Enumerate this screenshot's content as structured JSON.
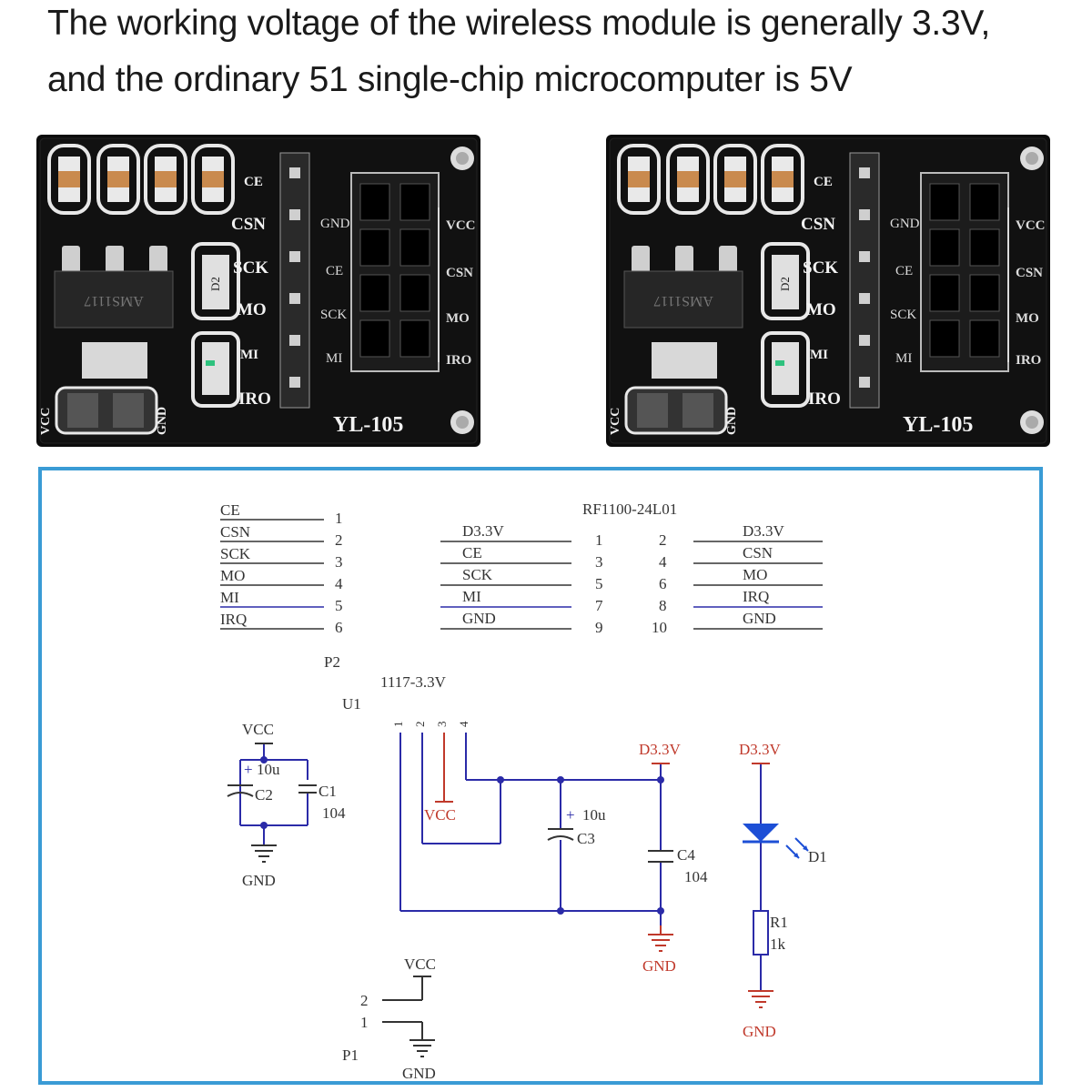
{
  "caption": {
    "line1": "The working voltage of the wireless module is generally 3.3V,",
    "line2": "and the ordinary 51 single-chip microcomputer is 5V"
  },
  "board": {
    "model": "YL-105",
    "regulator_marking": "AMS1117",
    "diode_marking": "D2",
    "left_pins": [
      "CE",
      "CSN",
      "SCK",
      "MO",
      "MI",
      "IRO"
    ],
    "socket_left_labels": [
      "GND",
      "CE",
      "SCK",
      "MI"
    ],
    "socket_right_labels": [
      "VCC",
      "CSN",
      "MO",
      "IRO"
    ],
    "power_labels": [
      "VCC",
      "GND"
    ]
  },
  "schematic": {
    "p2": {
      "ref": "P2",
      "signals": [
        "CE",
        "CSN",
        "SCK",
        "MO",
        "MI",
        "IRQ"
      ],
      "pins": [
        "1",
        "2",
        "3",
        "4",
        "5",
        "6"
      ]
    },
    "module": {
      "title": "RF1100-24L01",
      "left_signals": [
        "D3.3V",
        "CE",
        "SCK",
        "MI",
        "GND"
      ],
      "left_pins": [
        "1",
        "3",
        "5",
        "7",
        "9"
      ],
      "right_pins": [
        "2",
        "4",
        "6",
        "8",
        "10"
      ],
      "right_signals": [
        "D3.3V",
        "CSN",
        "MO",
        "IRQ",
        "GND"
      ]
    },
    "u1": {
      "ref": "U1",
      "part": "1117-3.3V",
      "pins": [
        "1",
        "2",
        "3",
        "4"
      ]
    },
    "c2": {
      "value": "10u",
      "ref": "C2"
    },
    "c1": {
      "ref": "C1",
      "value": "104"
    },
    "c3": {
      "value": "10u",
      "ref": "C3"
    },
    "c4": {
      "ref": "C4",
      "value": "104"
    },
    "d1": {
      "ref": "D1"
    },
    "r1": {
      "ref": "R1",
      "value": "1k"
    },
    "p1": {
      "ref": "P1",
      "pins": [
        "2",
        "1"
      ]
    },
    "nets": {
      "vcc": "VCC",
      "gnd": "GND",
      "d33": "D3.3V"
    },
    "colors": {
      "frame": "#3a9bd5",
      "net_blue": "#2b2ba8",
      "net_red": "#c0392b",
      "ink": "#333333"
    }
  }
}
